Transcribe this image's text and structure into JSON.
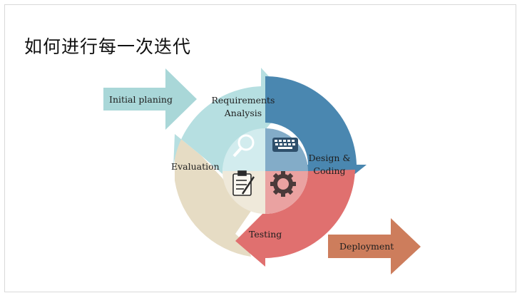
{
  "title": "如何进行每一次迭代",
  "stages": {
    "initial": "Initial planing",
    "requirements_line1": "Requirements",
    "requirements_line2": "Analysis",
    "design_line1": "Design &",
    "design_line2": "Coding",
    "testing": "Testing",
    "evaluation": "Evaluation",
    "deployment": "Deployment"
  },
  "icons": [
    "magnifier-icon",
    "keyboard-icon",
    "clipboard-icon",
    "gear-icon"
  ],
  "colors": {
    "initial": "#a9d7d8",
    "requirements": "#b6dfe1",
    "design": "#4a87b0",
    "testing": "#e0706f",
    "evaluation": "#e6dcc4",
    "deployment": "#cd7d5c"
  }
}
